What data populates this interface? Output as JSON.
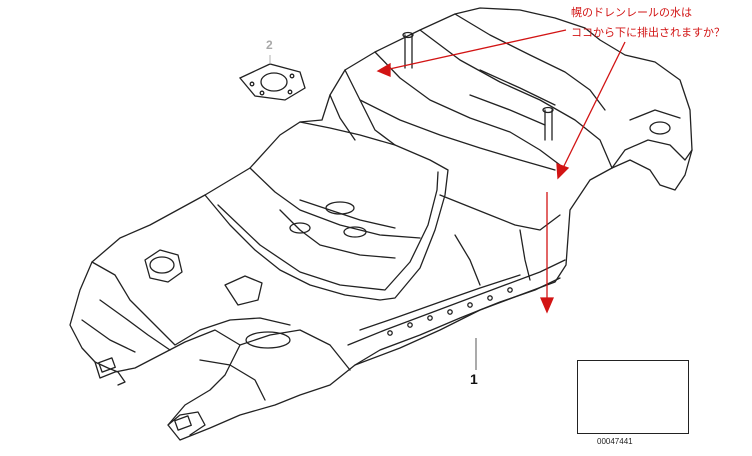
{
  "callout": {
    "line1": "幌のドレンレールの水は",
    "line2": "ココから下に排出されますか？",
    "color": "#d21414"
  },
  "parts": {
    "body_label": "1",
    "gasket_label": "2"
  },
  "thumbnail": {
    "code": "00047441"
  },
  "colors": {
    "outline": "#222222",
    "annotation": "#d21414",
    "faded_label": "#a8a8a8"
  }
}
